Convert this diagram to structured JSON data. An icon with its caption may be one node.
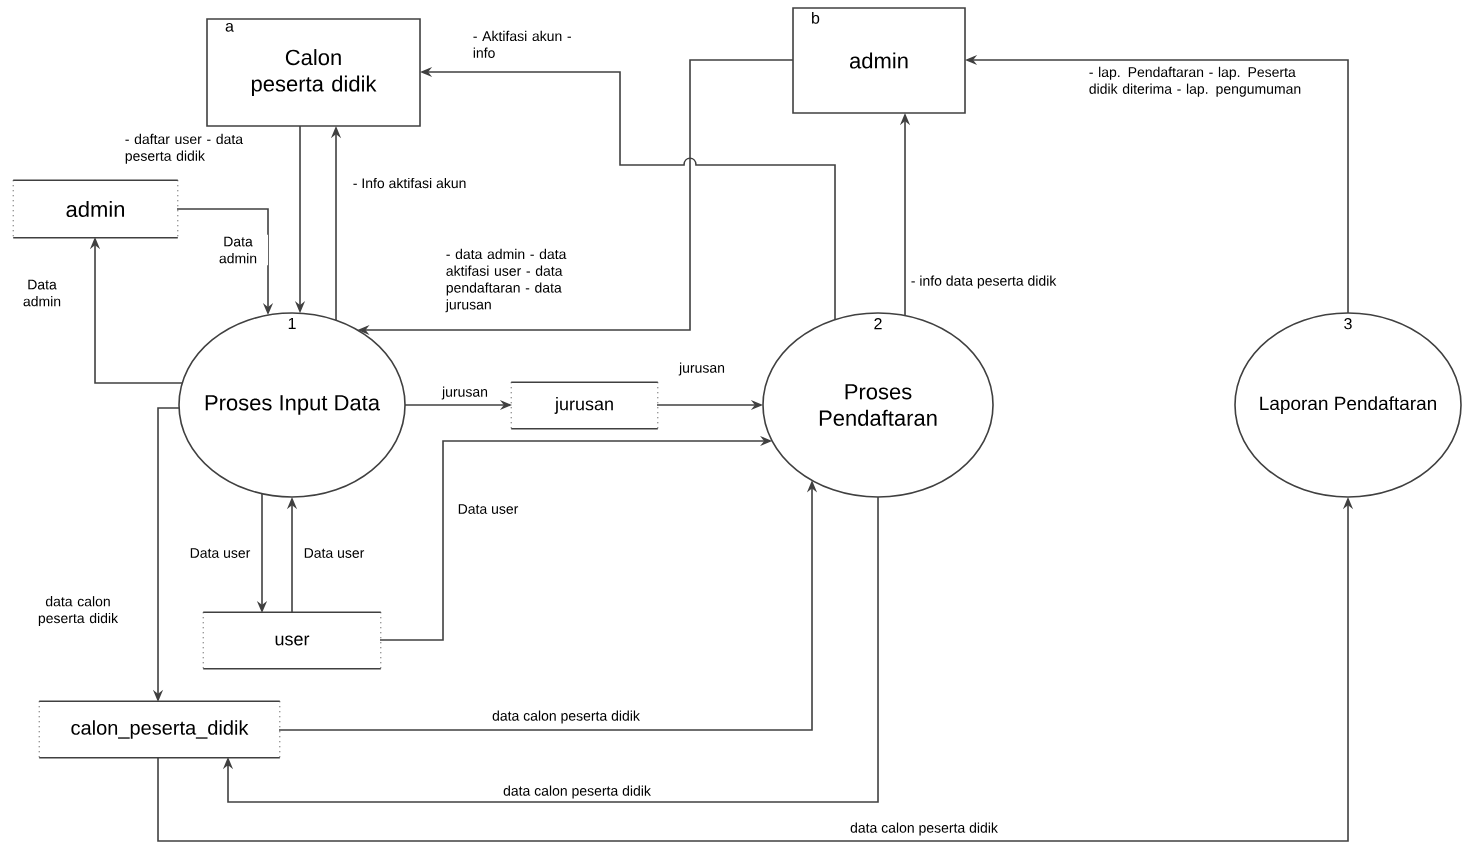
{
  "diagram": {
    "nodes": [
      {
        "text": [
          "a",
          "Calon peserta didik"
        ]
      },
      {
        "text": [
          "b",
          "admin"
        ]
      },
      {
        "text": [
          "admin"
        ]
      },
      {
        "text": [
          "1",
          "Proses Input Data"
        ]
      },
      {
        "text": [
          "jurusan"
        ]
      },
      {
        "text": [
          "2",
          "Proses Pendaftaran"
        ]
      },
      {
        "text": [
          "3",
          "Laporan Pendaftaran"
        ]
      },
      {
        "text": [
          "user"
        ]
      },
      {
        "text": [
          "calon_peserta_didik"
        ]
      }
    ],
    "edges": [
      {
        "from": 0,
        "to": 3,
        "arrow": "to",
        "label": "- daftar user - data peserta didik"
      },
      {
        "from": 3,
        "to": 0,
        "arrow": "to",
        "label": "- Info aktifasi akun"
      },
      {
        "from": 5,
        "to": 0,
        "arrow": "to",
        "label": "- Aktifasi akun - info"
      },
      {
        "from": 1,
        "to": 3,
        "arrow": "to",
        "label": "- data admin - data aktifasi user - data pendaftaran - data jurusan"
      },
      {
        "from": 5,
        "to": 1,
        "arrow": "to",
        "label": "- info data peserta didik"
      },
      {
        "from": 6,
        "to": 1,
        "arrow": "to",
        "label": "- lap. Pendaftaran - lap. Peserta didik diterima - lap. pengumuman"
      },
      {
        "from": 2,
        "to": 3,
        "arrow": "to",
        "label": "Data admin"
      },
      {
        "from": 3,
        "to": 2,
        "arrow": "to",
        "label": "Data admin"
      },
      {
        "from": 3,
        "to": 4,
        "arrow": "to",
        "label": "jurusan"
      },
      {
        "from": 4,
        "to": 5,
        "arrow": "to",
        "label": "jurusan"
      },
      {
        "from": 3,
        "to": 7,
        "arrow": "to",
        "label": "Data user"
      },
      {
        "from": 7,
        "to": 3,
        "arrow": "to",
        "label": "Data user"
      },
      {
        "from": 7,
        "to": 5,
        "arrow": "to",
        "label": "Data user"
      },
      {
        "from": 3,
        "to": 8,
        "arrow": "to",
        "label": "data calon peserta didik"
      },
      {
        "from": 8,
        "to": 5,
        "arrow": "to",
        "label": "data calon peserta didik"
      },
      {
        "from": 5,
        "to": 8,
        "arrow": "to",
        "label": "data calon peserta didik"
      },
      {
        "from": 8,
        "to": 6,
        "arrow": "to",
        "label": "data calon peserta didik"
      }
    ]
  }
}
